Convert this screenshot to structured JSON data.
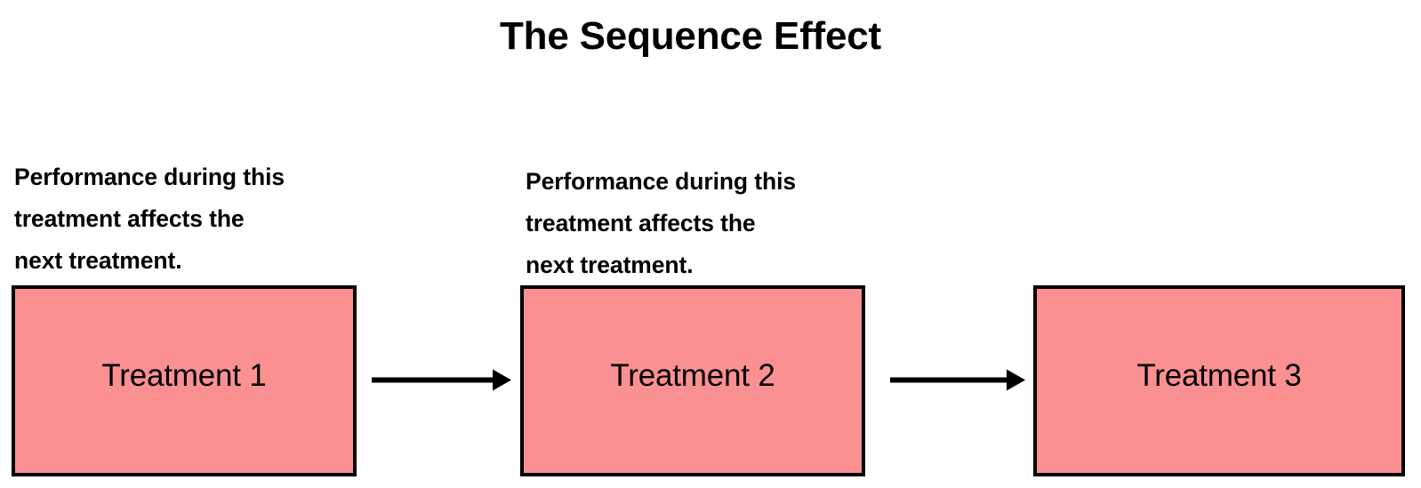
{
  "title": "The Sequence Effect",
  "colors": {
    "box_fill": "#fb9093",
    "box_border": "#000000",
    "arrow": "#000000",
    "text": "#000000",
    "background": "#ffffff"
  },
  "captions": [
    {
      "id": "caption-1",
      "text": "Performance during this\ntreatment affects the\nnext treatment.",
      "attached_to": "Treatment 1"
    },
    {
      "id": "caption-2",
      "text": "Performance during this\ntreatment affects the\nnext treatment.",
      "attached_to": "Treatment 2"
    }
  ],
  "boxes": [
    {
      "id": "box-1",
      "label": "Treatment 1"
    },
    {
      "id": "box-2",
      "label": "Treatment 2"
    },
    {
      "id": "box-3",
      "label": "Treatment 3"
    }
  ],
  "arrows": [
    {
      "id": "arrow-1",
      "from": "Treatment 1",
      "to": "Treatment 2",
      "direction": "right"
    },
    {
      "id": "arrow-2",
      "from": "Treatment 2",
      "to": "Treatment 3",
      "direction": "right"
    }
  ]
}
